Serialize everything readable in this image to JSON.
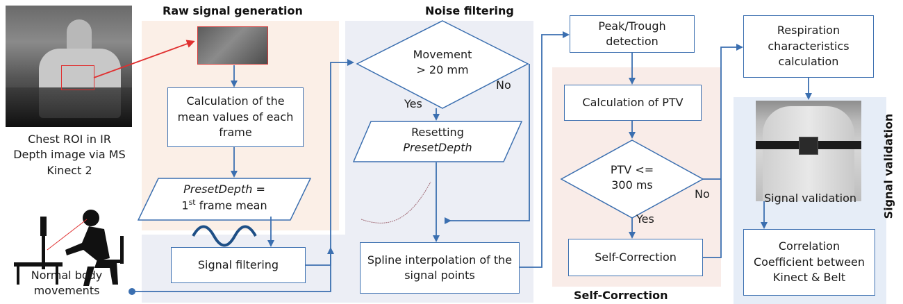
{
  "headings": {
    "raw": "Raw signal generation",
    "noise": "Noise filtering",
    "self": "Self-Correction",
    "validation": "Signal validation"
  },
  "left": {
    "depth_caption": "Chest ROI in IR Depth image via MS Kinect 2",
    "movements_caption": "Normal body movements"
  },
  "raw": {
    "mean_box": "Calculation of the mean values of each frame",
    "preset_var": "PresetDepth",
    "preset_eq": " =",
    "preset_line2_a": "1",
    "preset_sup": "st",
    "preset_line2_b": " frame mean",
    "filtering": "Signal filtering"
  },
  "noise": {
    "decision_line1": "Movement",
    "decision_line2": "> 20 mm",
    "yes": "Yes",
    "no": "No",
    "resetting": "Resetting",
    "resetting_var": "PresetDepth",
    "spline": "Spline interpolation of the signal points"
  },
  "self": {
    "peak": "Peak/Trough detection",
    "ptv_calc": "Calculation of PTV",
    "decision_line1": "PTV <=",
    "decision_line2": "300 ms",
    "yes": "Yes",
    "no": "No",
    "self_correction": "Self-Correction"
  },
  "validation": {
    "respiration": "Respiration characteristics calculation",
    "signal_validation": "Signal validation",
    "correlation": "Correlation Coefficient between Kinect & Belt"
  },
  "colors": {
    "arrow": "#3b6fb0",
    "raw_bg": "#fbeee6",
    "noise_bg": "#eceef5",
    "self_bg": "#f9ece8",
    "valid_bg": "#e6edf7",
    "roi_red": "#e03030"
  }
}
